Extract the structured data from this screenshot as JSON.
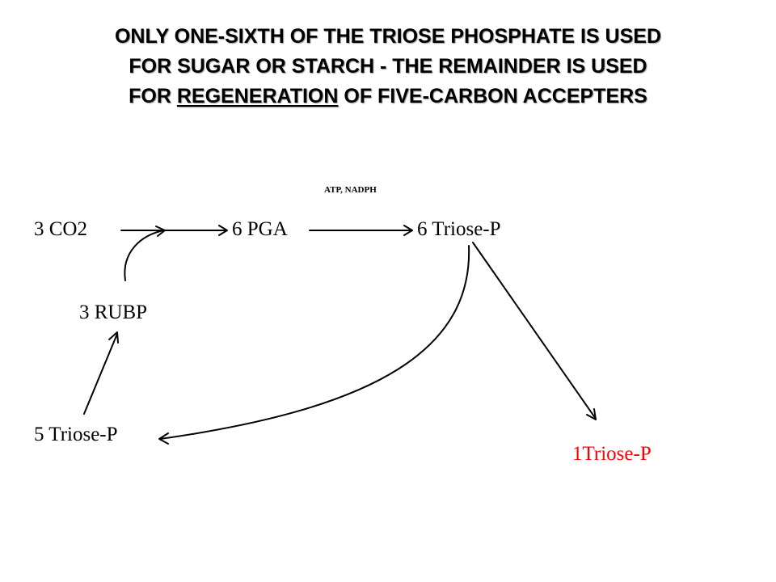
{
  "slide": {
    "title": {
      "line1": "ONLY ONE-SIXTH OF THE TRIOSE PHOSPHATE IS USED",
      "line2": "FOR SUGAR OR STARCH  - THE REMAINDER IS USED",
      "line3_pre": "FOR ",
      "line3_underlined": "REGENERATION",
      "line3_post": " OF FIVE-CARBON ACCEPTERS"
    },
    "cofactors": "ATP, NADPH",
    "nodes": {
      "co2": "3 CO2",
      "pga": "6 PGA",
      "triose6": "6 Triose-P",
      "rubp": "3 RUBP",
      "triose5": "5 Triose-P",
      "triose1": "1Triose-P"
    },
    "colors": {
      "text": "#000000",
      "product_highlight": "#ff0000"
    }
  }
}
